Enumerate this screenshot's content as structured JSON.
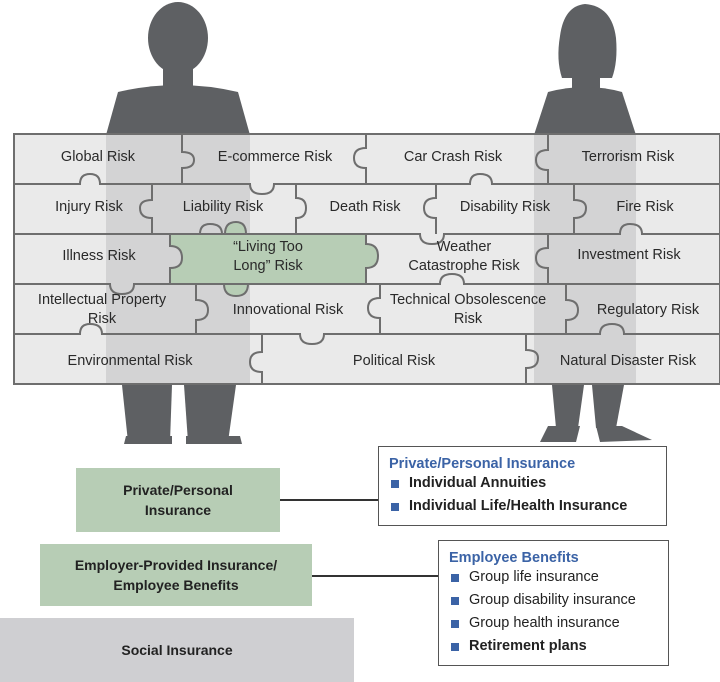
{
  "risks": {
    "row1": [
      "Global Risk",
      "E-commerce Risk",
      "Car Crash Risk",
      "Terrorism Risk"
    ],
    "row2": [
      "Injury Risk",
      "Liability Risk",
      "Death Risk",
      "Disability Risk",
      "Fire Risk"
    ],
    "row3": [
      "Illness Risk",
      "“Living Too Long” Risk",
      "Weather Catastrophe Risk",
      "Investment Risk"
    ],
    "row4": [
      "Intellectual Property Risk",
      "Innovational Risk",
      "Technical Obsolescence Risk",
      "Regulatory Risk"
    ],
    "row5": [
      "Environmental Risk",
      "Political Risk",
      "Natural Disaster Risk"
    ]
  },
  "highlight_label_lines": [
    "“Living Too",
    "Long” Risk"
  ],
  "weather_lines": [
    "Weather",
    "Catastrophe Risk"
  ],
  "ip_lines": [
    "Intellectual Property",
    "Risk"
  ],
  "tech_lines": [
    "Technical Obsolescence",
    "Risk"
  ],
  "pyramid": {
    "private": [
      "Private/Personal",
      "Insurance"
    ],
    "employer": [
      "Employer-Provided Insurance/",
      "Employee Benefits"
    ],
    "social": "Social Insurance"
  },
  "private_box": {
    "title": "Private/Personal Insurance",
    "items": [
      "Individual Annuities",
      "Individual Life/Health Insurance"
    ]
  },
  "benefits_box": {
    "title": "Employee Benefits",
    "items": [
      "Group life insurance",
      "Group disability insurance",
      "Group health insurance",
      "Retirement plans"
    ]
  },
  "colors": {
    "silhouette": "#5e6063",
    "piece": "#e6e6e6",
    "highlight": "#b7cdb5",
    "accent": "#3b63a6"
  }
}
